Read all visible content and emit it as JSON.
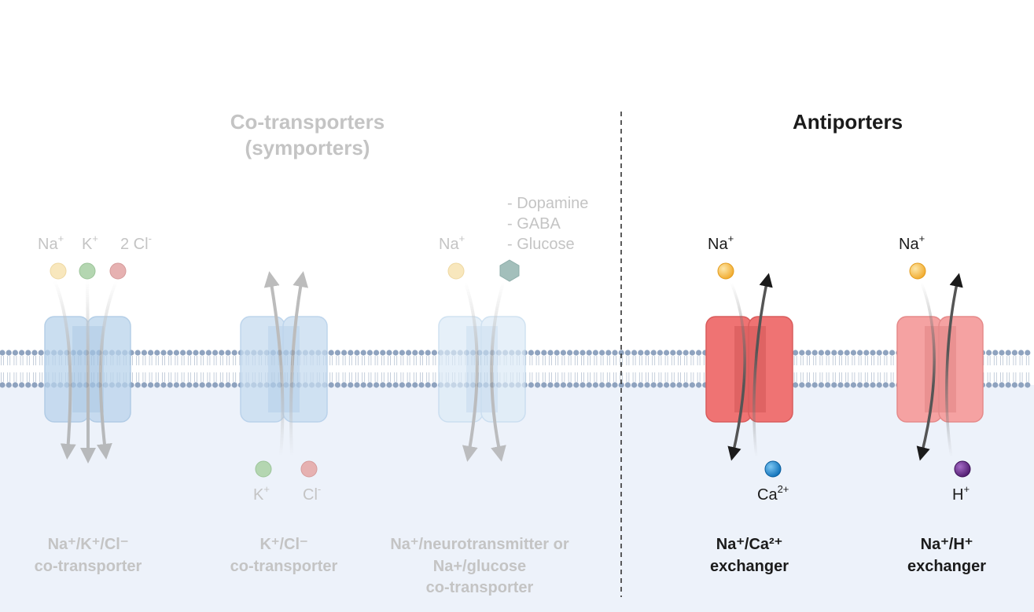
{
  "headings": {
    "cotransporters_line1": "Co-transporters",
    "cotransporters_line2": "(symporters)",
    "antiporters": "Antiporters"
  },
  "transporters": [
    {
      "ions_top": [
        {
          "base": "Na",
          "sup": "+"
        },
        {
          "base": "K",
          "sup": "+"
        },
        {
          "base": "2 Cl",
          "sup": "-"
        }
      ],
      "ions_bottom": [],
      "caption": [
        "Na⁺/K⁺/Cl⁻",
        "co-transporter"
      ]
    },
    {
      "ions_top": [],
      "ions_bottom": [
        {
          "base": "K",
          "sup": "+"
        },
        {
          "base": "Cl",
          "sup": "-"
        }
      ],
      "caption": [
        "K⁺/Cl⁻",
        "co-transporter"
      ]
    },
    {
      "ions_top": [
        {
          "base": "Na",
          "sup": "+"
        }
      ],
      "substrate_list": [
        "- Dopamine",
        "- GABA",
        "- Glucose"
      ],
      "ions_bottom": [],
      "caption": [
        "Na⁺/neurotransmitter or",
        "Na+/glucose",
        "co-transporter"
      ]
    },
    {
      "ions_top": [
        {
          "base": "Na",
          "sup": "+"
        }
      ],
      "ions_bottom": [
        {
          "base": "Ca",
          "sup": "2+"
        }
      ],
      "caption": [
        "Na⁺/Ca²⁺",
        "exchanger"
      ]
    },
    {
      "ions_top": [
        {
          "base": "Na",
          "sup": "+"
        }
      ],
      "ions_bottom": [
        {
          "base": "H",
          "sup": "+"
        }
      ],
      "caption": [
        "Na⁺/H⁺",
        "exchanger"
      ]
    }
  ],
  "colors": {
    "intracellular": "#edf2fa",
    "lipid_head": "#8fa3bf",
    "faded_text": "#c4c4c4",
    "dark_text": "#1b1b1b",
    "symporter_protein": "#b9d3ec",
    "antiporter1_protein": "#ef7373",
    "antiporter2_protein": "#f5a2a2",
    "na_ion": "#f4b942",
    "k_ion": "#a8cfa4",
    "cl_ion": "#e3a3a3",
    "ca_ion": "#1f8fd6",
    "h_ion": "#6b2d91",
    "substrate_hex": "#7fa8a1"
  },
  "icons": [
    "ion-sphere",
    "substrate-hexagon",
    "transport-arrow",
    "membrane-bilayer",
    "divider-line"
  ]
}
